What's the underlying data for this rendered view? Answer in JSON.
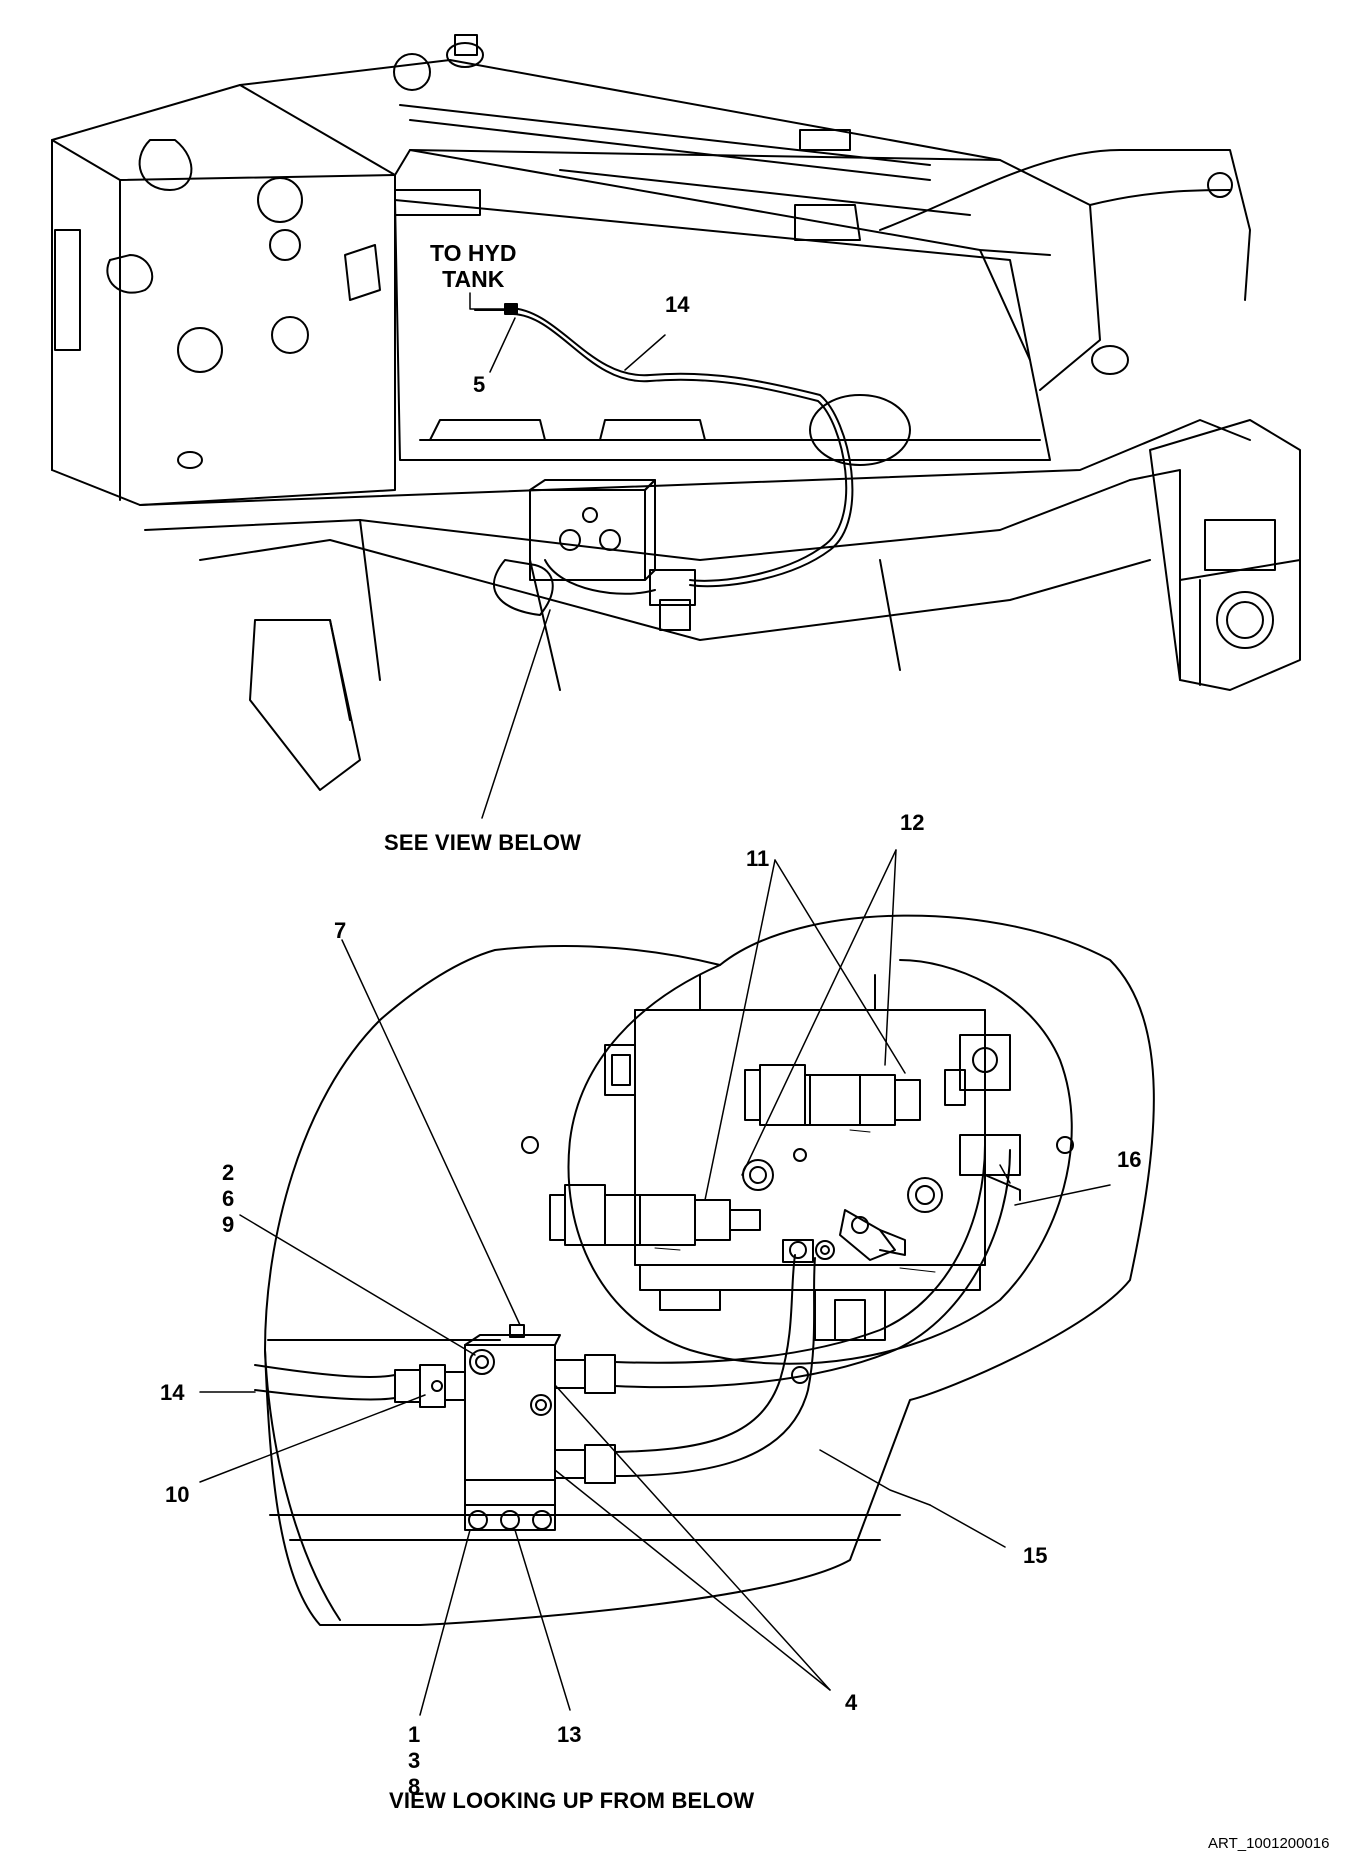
{
  "top_view": {
    "note_to_hyd_tank": "TO HYD\nTANK",
    "callout_14": "14",
    "callout_5": "5",
    "see_view_below": "SEE VIEW BELOW"
  },
  "detail_view": {
    "callout_12": "12",
    "callout_11": "11",
    "callout_7": "7",
    "callout_2_6_9": "2\n6\n9",
    "callout_16": "16",
    "callout_14": "14",
    "callout_10": "10",
    "callout_15": "15",
    "callout_1_3_8": "1\n3\n8",
    "callout_13": "13",
    "callout_4": "4",
    "caption": "VIEW LOOKING UP FROM BELOW"
  },
  "art_id": "ART_1001200016",
  "icons": [
    "chassis-frame-drawing",
    "valve-block-drawing",
    "hose-drawing"
  ]
}
